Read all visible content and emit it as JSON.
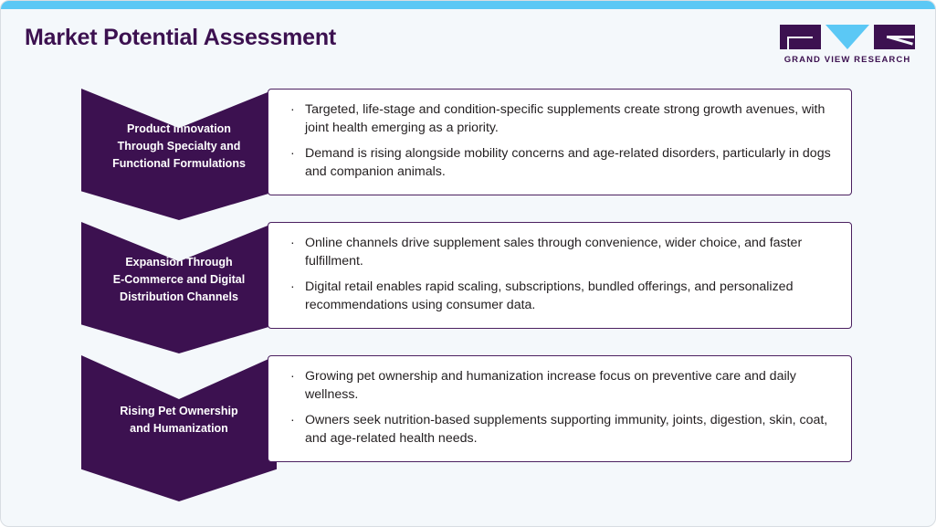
{
  "header": {
    "title": "Market Potential Assessment",
    "accent_color": "#5bc8f5",
    "title_color": "#3c1150"
  },
  "logo": {
    "name": "grand-view-research-logo",
    "wordmark": "GRAND VIEW RESEARCH",
    "letters": [
      "G",
      "V",
      "R"
    ],
    "block_color": "#3c1150",
    "v_color": "#5bc8f5"
  },
  "theme": {
    "background": "#f4f8fb",
    "chevron_fill": "#3c1150",
    "card_background": "#ffffff",
    "card_border": "#4b2060",
    "body_text": "#231f20"
  },
  "rows": [
    {
      "label": "Product Innovation Through Specialty and Functional Formulations",
      "label_lines": [
        "Product Innovation",
        "Through Specialty and",
        "Functional Formulations"
      ],
      "bullets": [
        "Targeted, life-stage and condition-specific supplements create strong growth avenues, with joint health emerging as a priority.",
        "Demand is rising alongside mobility concerns and age-related disorders, particularly in dogs and companion animals."
      ]
    },
    {
      "label": "Expansion Through E-Commerce and Digital Distribution Channels",
      "label_lines": [
        "Expansion Through",
        "E-Commerce and Digital",
        "Distribution Channels"
      ],
      "bullets": [
        "Online channels drive supplement sales through convenience, wider choice, and faster fulfillment.",
        "Digital retail enables rapid scaling, subscriptions, bundled offerings, and personalized recommendations using consumer data."
      ]
    },
    {
      "label": "Rising Pet Ownership and Humanization",
      "label_lines": [
        "Rising Pet Ownership",
        "and Humanization"
      ],
      "bullets": [
        "Growing pet ownership and humanization increase focus on preventive care and daily wellness.",
        "Owners seek nutrition-based supplements supporting immunity, joints, digestion, skin, coat, and age-related health needs."
      ]
    }
  ],
  "bullet_glyph": "·"
}
